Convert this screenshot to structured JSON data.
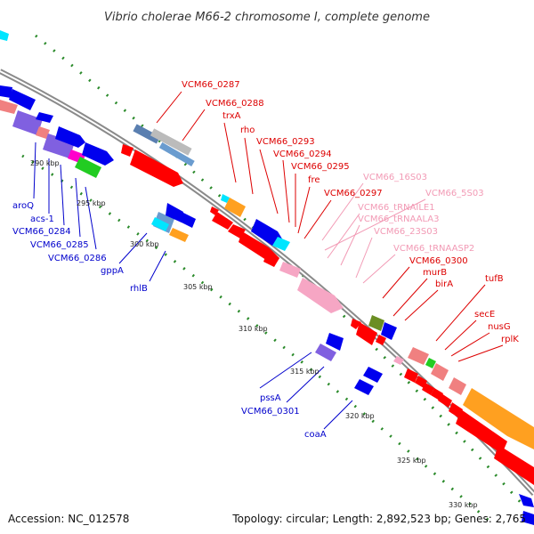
{
  "title": "Vibrio cholerae M66-2 chromosome I, complete genome",
  "footer": {
    "accession": "Accession: NC_012578",
    "topology": "Topology: circular; Length: 2,892,523 bp; Genes: 2,765"
  },
  "colors": {
    "backbone": "#8a8a8a",
    "tick": "#2a8a2a",
    "red_label": "#dd0000",
    "blue_label": "#0000cc",
    "pink_label": "#f29ab5",
    "red": "#ff0000",
    "blue": "#0000ee",
    "pink": "#f6a6c4",
    "salmon": "#f08080",
    "orange": "#ffa020",
    "purple": "#8060e0",
    "cyan": "#00e5ff",
    "green": "#22cc22",
    "olive": "#6b8e23",
    "magenta": "#ff00cc",
    "steel": "#6a9ccf"
  },
  "kbp_labels": [
    "290 kbp",
    "295 kbp",
    "300 kbp",
    "305 kbp",
    "310 kbp",
    "315 kbp",
    "320 kbp",
    "325 kbp",
    "330 kbp"
  ],
  "gene_labels": {
    "red": [
      "VCM66_0287",
      "VCM66_0288",
      "trxA",
      "rho",
      "VCM66_0293",
      "VCM66_0294",
      "VCM66_0295",
      "fre",
      "VCM66_0297",
      "VCM66_0300",
      "murB",
      "birA",
      "tufB",
      "secE",
      "nusG",
      "rplK"
    ],
    "pink": [
      "VCM66_16S03",
      "VCM66_5S03",
      "VCM66_tRNAILE1",
      "VCM66_tRNAALA3",
      "VCM66_23S03",
      "VCM66_tRNAASP2"
    ],
    "blue": [
      "aroQ",
      "acs-1",
      "VCM66_0284",
      "VCM66_0285",
      "VCM66_0286",
      "gppA",
      "rhlB",
      "pssA",
      "VCM66_0301",
      "coaA"
    ]
  }
}
